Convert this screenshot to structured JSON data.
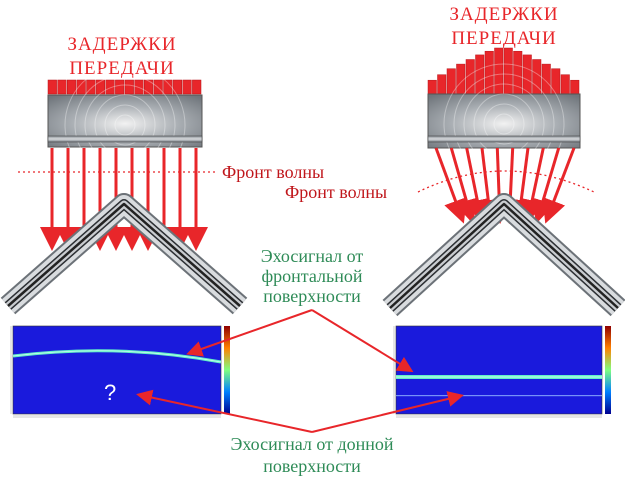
{
  "left_panel": {
    "title_line1": "ЗАДЕРЖКИ",
    "title_line2": "ПЕРЕДАЧИ",
    "delays": [
      1,
      1,
      1,
      1,
      1,
      1,
      1,
      1,
      1,
      1,
      1,
      1,
      1,
      1,
      1,
      1
    ],
    "wavefront_label": "Фронт волны",
    "unknown_mark": "?"
  },
  "right_panel": {
    "title_line1": "ЗАДЕРЖКИ",
    "title_line2": "ПЕРЕДАЧИ",
    "delays": [
      0.3,
      0.42,
      0.55,
      0.65,
      0.75,
      0.85,
      0.93,
      1.0,
      1.0,
      0.93,
      0.85,
      0.75,
      0.65,
      0.55,
      0.42,
      0.3
    ],
    "wavefront_label": "Фронт волны"
  },
  "annotations": {
    "front_echo_line1": "Эхосигнал от",
    "front_echo_line2": "фронтальной",
    "front_echo_line3": "поверхности",
    "bottom_echo_line1": "Эхосигнал от донной",
    "bottom_echo_line2": "поверхности"
  },
  "colors": {
    "red": "#e8262a",
    "green": "#2e8b57",
    "scan_bg": "#1a1adc"
  }
}
